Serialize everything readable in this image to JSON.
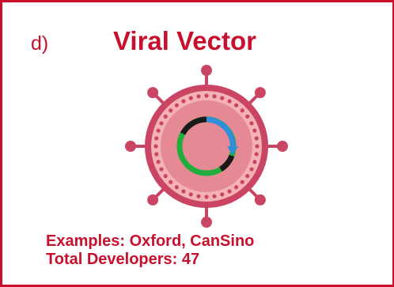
{
  "panel": {
    "label": "d)",
    "title": "Viral Vector",
    "examples": "Examples: Oxford, CanSino",
    "developers": "Total Developers: 47"
  },
  "colors": {
    "accent": "#c8102e",
    "capsid_outer": "#c94563",
    "capsid_fill": "#f4b2b6",
    "inner_fill": "#e58a94",
    "spike": "#c94563",
    "ring_black": "#1a1a1a",
    "ring_blue": "#2f8fd8",
    "ring_green": "#1fae3c"
  }
}
